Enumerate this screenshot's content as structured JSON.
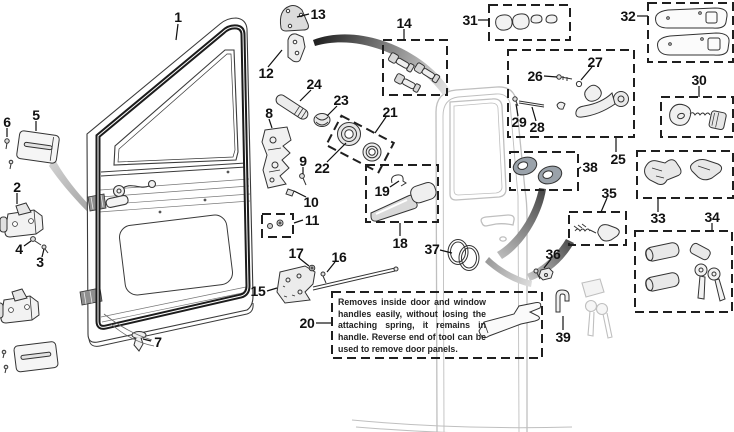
{
  "figure": {
    "type": "exploded-parts-diagram",
    "subject": "Truck front door assembly: weatherstrip, hinges, latch, handles, locks and fasteners"
  },
  "colors": {
    "line": "#1a1a1a",
    "ghost": "#c0c0c0",
    "paper": "#ffffff",
    "shade": "#e9e9e9"
  },
  "note": {
    "label": "20",
    "text": "Removes inside door and window handles easily, without losing the attaching spring, it remains in handle. Reverse end of tool can be used to remove door panels."
  },
  "callouts": [
    {
      "label": "1"
    },
    {
      "label": "2"
    },
    {
      "label": "3"
    },
    {
      "label": "4"
    },
    {
      "label": "5"
    },
    {
      "label": "6"
    },
    {
      "label": "7"
    },
    {
      "label": "8"
    },
    {
      "label": "9"
    },
    {
      "label": "10"
    },
    {
      "label": "11"
    },
    {
      "label": "12"
    },
    {
      "label": "13"
    },
    {
      "label": "14"
    },
    {
      "label": "15"
    },
    {
      "label": "16"
    },
    {
      "label": "17"
    },
    {
      "label": "18"
    },
    {
      "label": "19"
    },
    {
      "label": "20"
    },
    {
      "label": "21"
    },
    {
      "label": "22"
    },
    {
      "label": "23"
    },
    {
      "label": "24"
    },
    {
      "label": "25"
    },
    {
      "label": "26"
    },
    {
      "label": "27"
    },
    {
      "label": "28"
    },
    {
      "label": "29"
    },
    {
      "label": "30"
    },
    {
      "label": "31"
    },
    {
      "label": "32"
    },
    {
      "label": "33"
    },
    {
      "label": "34"
    },
    {
      "label": "35"
    },
    {
      "label": "36"
    },
    {
      "label": "37"
    },
    {
      "label": "38"
    },
    {
      "label": "39"
    }
  ]
}
